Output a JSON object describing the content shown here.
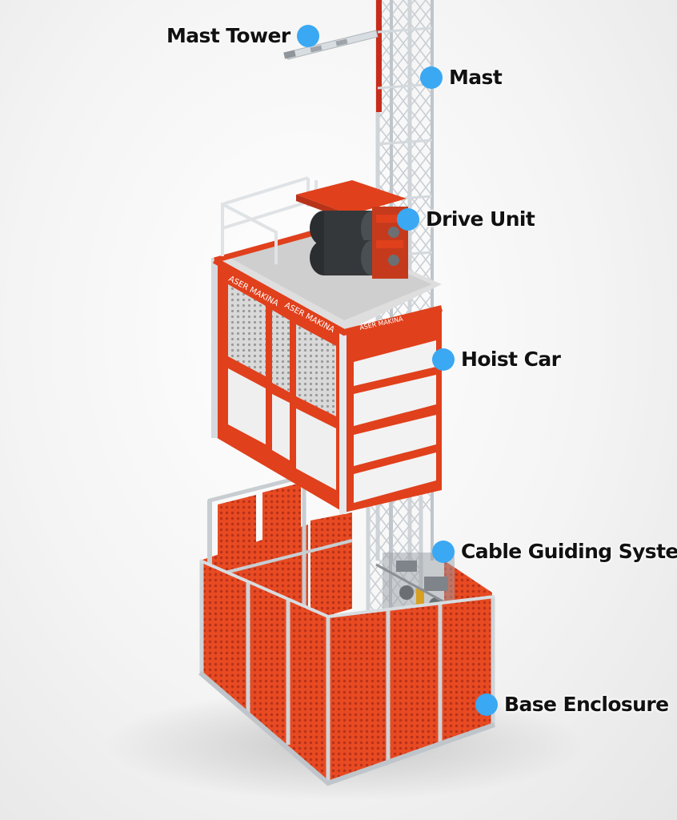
{
  "labels": {
    "mast_tower": "Mast Tower",
    "mast": "Mast",
    "drive_unit": "Drive Unit",
    "hoist_car": "Hoist Car",
    "cable_guiding_system": "Cable Guiding System",
    "base_enclosure": "Base Enclosure"
  },
  "car_markings": {
    "front": "ASER MAKINA",
    "side": "ASER MAKINA"
  },
  "colors": {
    "frame_red": "#e0401c",
    "mesh_red": "#e84a22",
    "steel": "#d9dde1",
    "panel_white": "#f2f2f2",
    "motor_dark": "#2b2e30",
    "callout_dot": "#3aa8f2",
    "label_text": "#111111"
  }
}
